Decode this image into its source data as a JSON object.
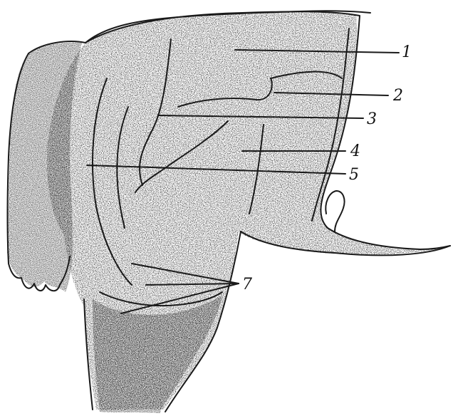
{
  "figure": {
    "colors": {
      "ink": "#1a1a1a",
      "paper": "#ffffff"
    },
    "callouts": [
      {
        "label": "1"
      },
      {
        "label": "2"
      },
      {
        "label": "3"
      },
      {
        "label": "4"
      },
      {
        "label": "5"
      },
      {
        "label": "7"
      }
    ]
  }
}
